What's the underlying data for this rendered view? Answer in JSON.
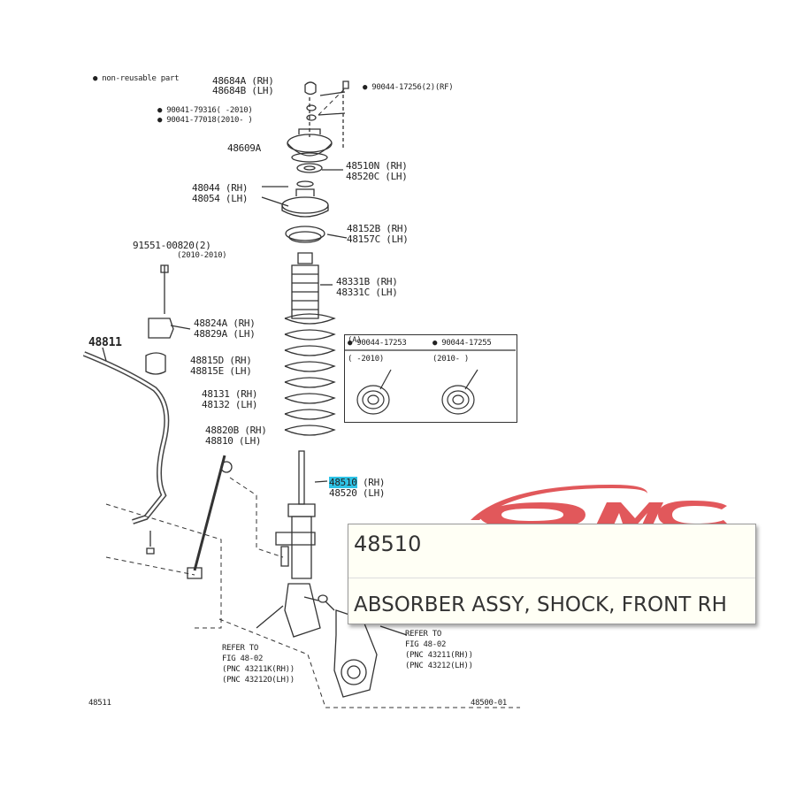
{
  "notes": {
    "legend": "● non-reusable part",
    "diagram_ref": "48511",
    "fig_ref": "48500-01"
  },
  "labels": {
    "l_48684a": "48684A (RH)",
    "l_48684b": "48684B (LH)",
    "l_90044_top": "● 90044-17256(2)(RF)",
    "l_90041_79316": "● 90041-79316(    -2010)",
    "l_90041_77018": "● 90041-77018(2010-   )",
    "l_48609a": "48609A",
    "l_48510n": "48510N (RH)",
    "l_48520c": "48520C (LH)",
    "l_48044": "48044 (RH)",
    "l_48054": "48054 (LH)",
    "l_48152b": "48152B (RH)",
    "l_48157c": "48157C (LH)",
    "l_91551": "91551-00820(2)",
    "l_91551_note": "(2010-2010)",
    "l_48331b": "48331B (RH)",
    "l_48331c": "48331C (LH)",
    "l_48824a": "48824A (RH)",
    "l_48829a": "48829A (LH)",
    "l_48811": "48811",
    "l_48815d": "48815D (RH)",
    "l_48815e": "48815E (LH)",
    "l_48131": "48131 (RH)",
    "l_48132": "48132 (LH)",
    "l_48820b": "48820B (RH)",
    "l_48810": "48810 (LH)",
    "l_48510": "48510",
    "l_48510_side": "(RH)",
    "l_48520": "48520 (LH)",
    "l_refer_left_1": "REFER TO",
    "l_refer_left_2": "FIG 48-02",
    "l_refer_left_3": "(PNC 43211K(RH))",
    "l_refer_left_4": "(PNC 43212O(LH))",
    "l_refer_right_1": "REFER TO",
    "l_refer_right_2": "FIG 48-02",
    "l_refer_right_3": "(PNC 43211(RH))",
    "l_refer_right_4": "(PNC 43212(LH))",
    "l_inset_a": "● 90044-17253",
    "l_inset_b": "● 90044-17255",
    "l_inset_c": "(    -2010)",
    "l_inset_d": "(2010-   )",
    "l_inset_tag": "(A)"
  },
  "tooltip": {
    "part_number": "48510",
    "part_name": "ABSORBER ASSY, SHOCK, FRONT RH"
  },
  "watermark": {
    "text": "OMC",
    "color": "#d9262a"
  },
  "colors": {
    "highlight": "#2ec3e6",
    "line": "#333333"
  }
}
